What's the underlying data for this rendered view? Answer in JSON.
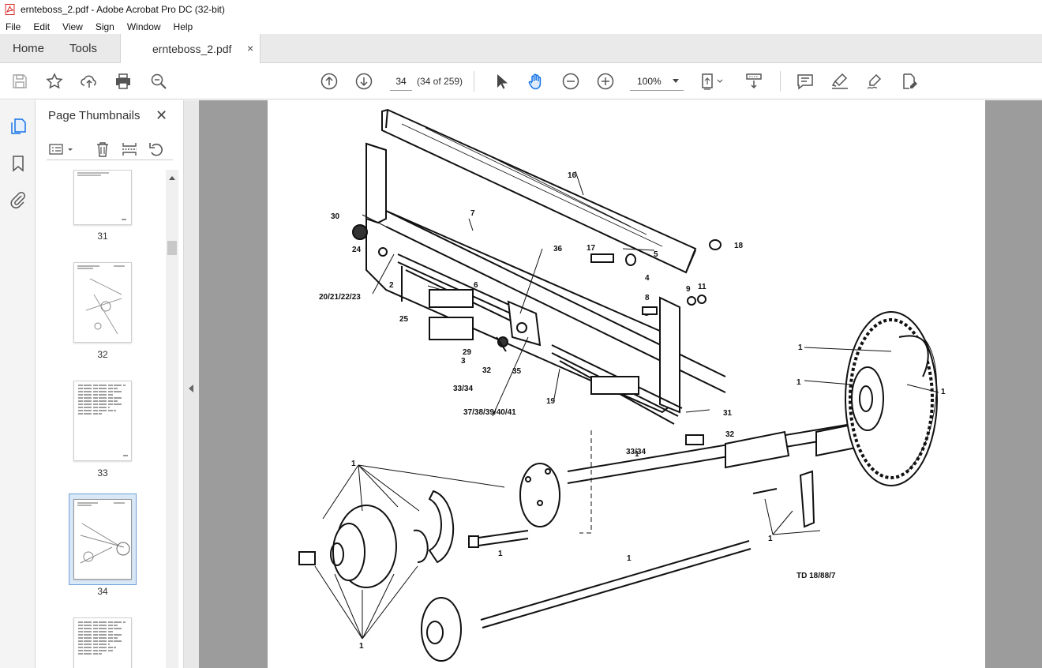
{
  "window": {
    "title": "ernteboss_2.pdf - Adobe Acrobat Pro DC (32-bit)",
    "brand_color": "#d92b2b"
  },
  "menu": [
    "File",
    "Edit",
    "View",
    "Sign",
    "Window",
    "Help"
  ],
  "tabs": {
    "home": "Home",
    "tools": "Tools",
    "document": "ernteboss_2.pdf",
    "close": "×"
  },
  "toolbar": {
    "page_current": "34",
    "page_count": "(34 of 259)",
    "zoom": "100%",
    "icons": [
      "save-icon",
      "star-icon",
      "upload-icon",
      "print-icon",
      "search-zoom-icon",
      "page-up-icon",
      "page-down-icon",
      "select-arrow-icon",
      "hand-tool-icon",
      "zoom-out-icon",
      "zoom-in-icon",
      "page-fit-icon",
      "scroll-mode-icon",
      "comment-icon",
      "highlight-icon",
      "sign-icon",
      "edit-pdf-icon"
    ],
    "accent": "#1473e6"
  },
  "sidebar": {
    "title": "Page Thumbnails",
    "close": "✕",
    "thumbnails": [
      {
        "label": "31"
      },
      {
        "label": "32"
      },
      {
        "label": "33"
      },
      {
        "label": "34",
        "selected": true
      },
      {
        "label": ""
      }
    ]
  },
  "drawing": {
    "labels": [
      "16",
      "7",
      "30",
      "24",
      "36",
      "17",
      "5",
      "18",
      "4",
      "2",
      "6",
      "20/21/22/23",
      "9",
      "11",
      "8",
      "25",
      "29",
      "3",
      "32",
      "35",
      "33/34",
      "19",
      "37/38/39/40/41",
      "31",
      "1",
      "32",
      "33/34",
      "1",
      "1",
      "1",
      "1",
      "1",
      "1",
      "1",
      "1",
      "TD 18/88/7"
    ]
  }
}
